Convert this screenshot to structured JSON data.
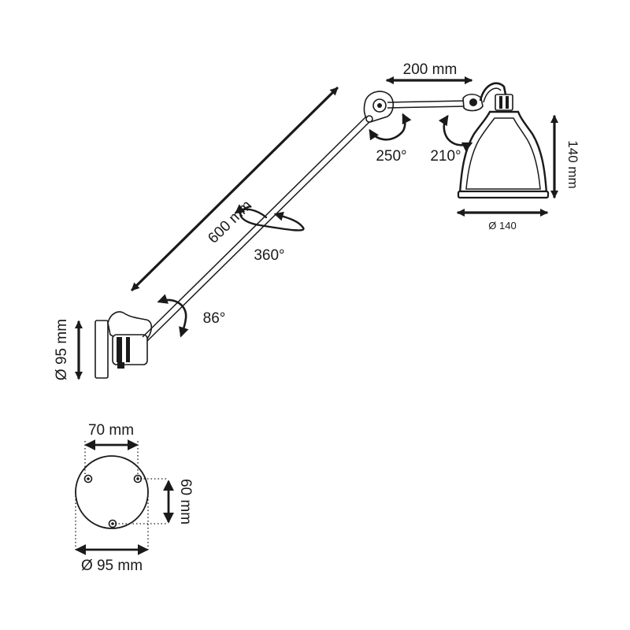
{
  "dimensions": {
    "arm_length": "600 mm",
    "top_arm_length": "200 mm",
    "shade_height": "140 mm",
    "shade_diameter": "Ø 140",
    "wall_mount_diameter": "Ø 95 mm",
    "plate_width": "70 mm",
    "plate_height": "60 mm",
    "plate_diameter": "Ø 95 mm"
  },
  "angles": {
    "elbow_rotation": "250°",
    "head_rotation": "210°",
    "arm_rotation": "360°",
    "base_tilt": "86°"
  }
}
